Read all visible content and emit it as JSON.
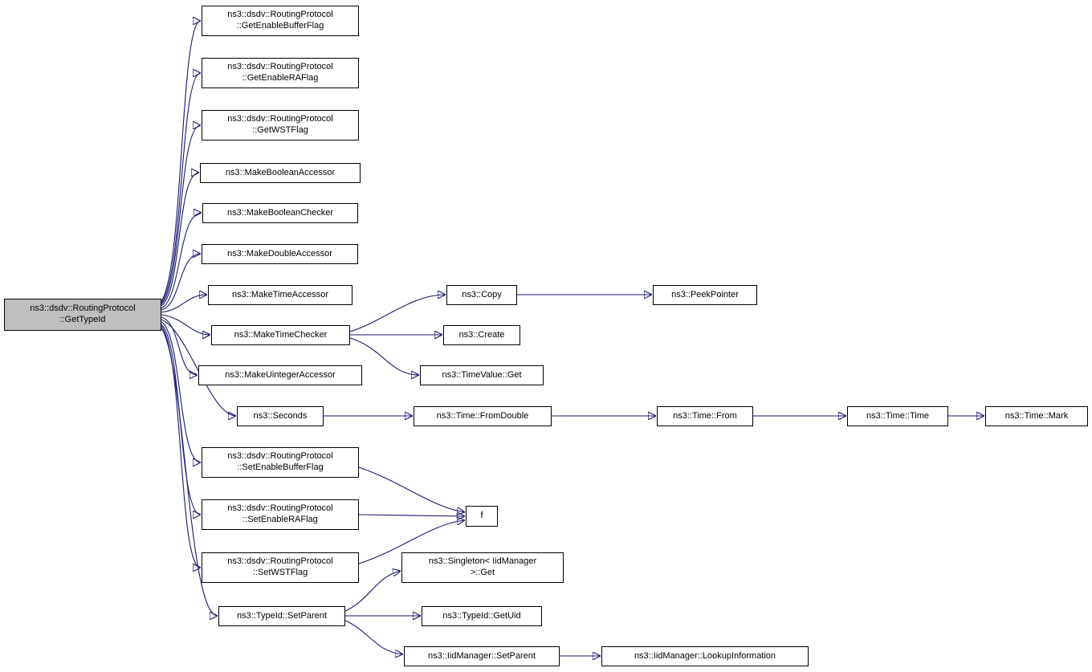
{
  "diagram": {
    "type": "call-graph",
    "edge_color": "#191970",
    "node_border_color": "#000000",
    "node_fill_color": "#ffffff",
    "main_node_fill_color": "#bfbfbf",
    "nodes": {
      "main": {
        "label": "ns3::dsdv::RoutingProtocol\n::GetTypeId"
      },
      "get_enable_buffer_flag": {
        "label": "ns3::dsdv::RoutingProtocol\n::GetEnableBufferFlag"
      },
      "get_enable_ra_flag": {
        "label": "ns3::dsdv::RoutingProtocol\n::GetEnableRAFlag"
      },
      "get_wst_flag": {
        "label": "ns3::dsdv::RoutingProtocol\n::GetWSTFlag"
      },
      "make_boolean_accessor": {
        "label": "ns3::MakeBooleanAccessor"
      },
      "make_boolean_checker": {
        "label": "ns3::MakeBooleanChecker"
      },
      "make_double_accessor": {
        "label": "ns3::MakeDoubleAccessor"
      },
      "make_time_accessor": {
        "label": "ns3::MakeTimeAccessor"
      },
      "make_time_checker": {
        "label": "ns3::MakeTimeChecker"
      },
      "make_uinteger_accessor": {
        "label": "ns3::MakeUintegerAccessor"
      },
      "seconds": {
        "label": "ns3::Seconds"
      },
      "set_enable_buffer_flag": {
        "label": "ns3::dsdv::RoutingProtocol\n::SetEnableBufferFlag"
      },
      "set_enable_ra_flag": {
        "label": "ns3::dsdv::RoutingProtocol\n::SetEnableRAFlag"
      },
      "set_wst_flag": {
        "label": "ns3::dsdv::RoutingProtocol\n::SetWSTFlag"
      },
      "typeid_set_parent": {
        "label": "ns3::TypeId::SetParent"
      },
      "copy": {
        "label": "ns3::Copy"
      },
      "create": {
        "label": "ns3::Create"
      },
      "timevalue_get": {
        "label": "ns3::TimeValue::Get"
      },
      "time_from_double": {
        "label": "ns3::Time::FromDouble"
      },
      "f": {
        "label": "f"
      },
      "singleton_get": {
        "label": "ns3::Singleton< IidManager\n>::Get"
      },
      "typeid_get_uid": {
        "label": "ns3::TypeId::GetUid"
      },
      "iidmanager_set_parent": {
        "label": "ns3::IidManager::SetParent"
      },
      "peek_pointer": {
        "label": "ns3::PeekPointer"
      },
      "time_from": {
        "label": "ns3::Time::From"
      },
      "lookup_information": {
        "label": "ns3::IidManager::LookupInformation"
      },
      "time_time": {
        "label": "ns3::Time::Time"
      },
      "time_mark": {
        "label": "ns3::Time::Mark"
      }
    }
  }
}
